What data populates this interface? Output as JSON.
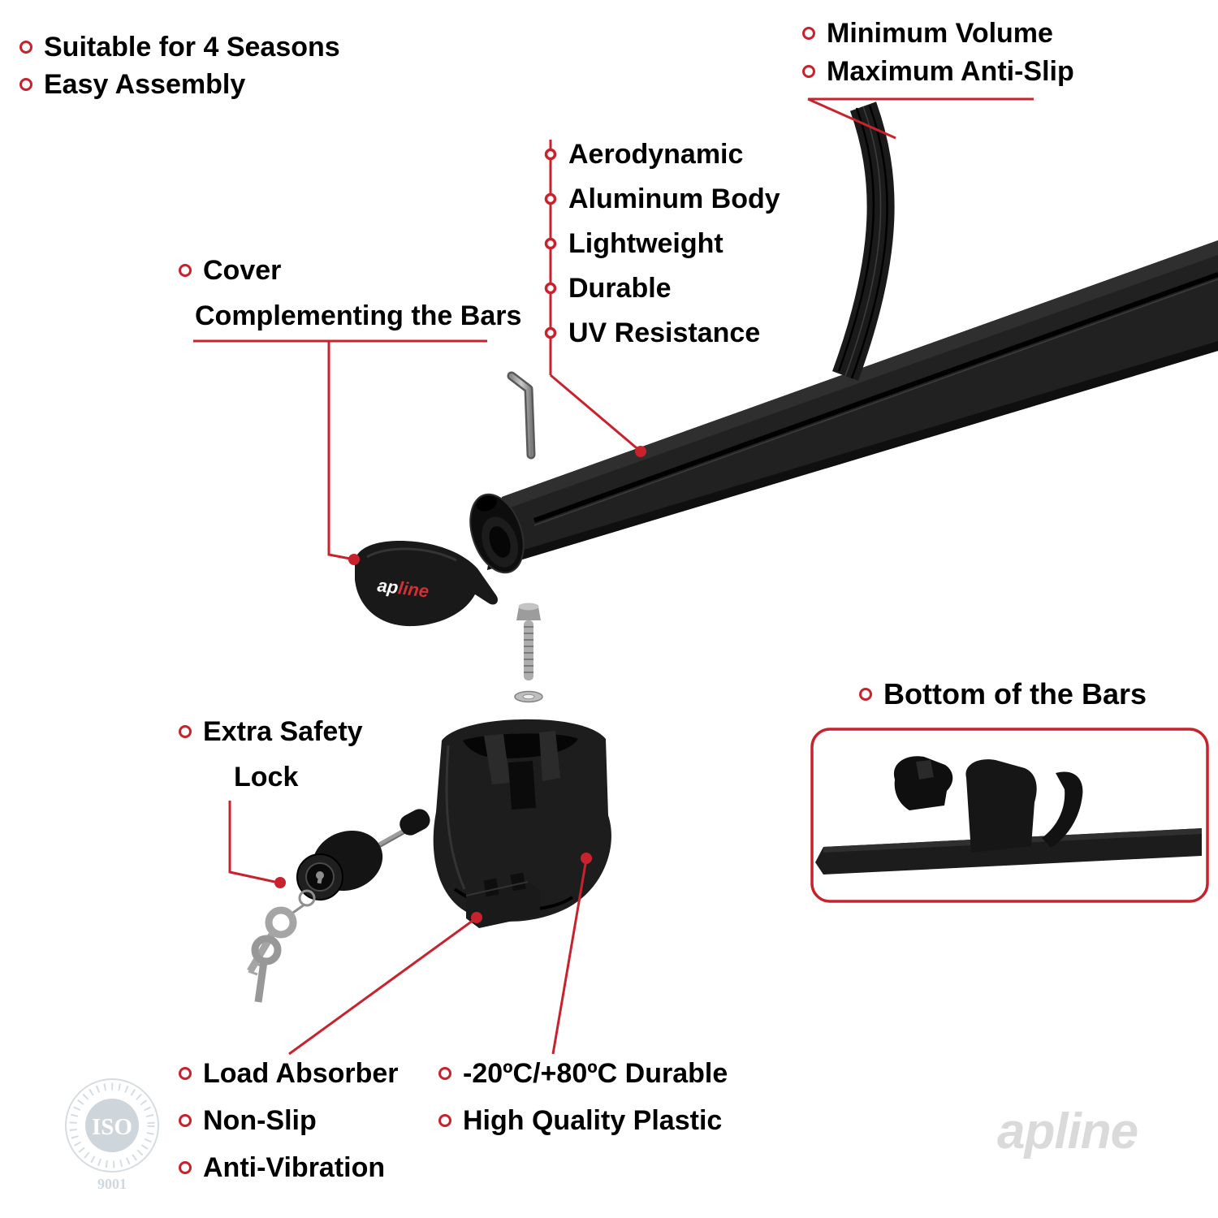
{
  "labels": {
    "top_left": [
      "Suitable for 4 Seasons",
      "Easy Assembly"
    ],
    "top_right": [
      "Minimum Volume",
      "Maximum Anti-Slip"
    ],
    "bar_features": [
      "Aerodynamic",
      "Aluminum Body",
      "Lightweight",
      "Durable",
      "UV Resistance"
    ],
    "cover_line1": "Cover",
    "cover_line2": "Complementing the Bars",
    "bottom_of_bars": "Bottom of the Bars",
    "lock_line1": "Extra Safety",
    "lock_line2": "Lock",
    "foot_features": [
      "Load Absorber",
      "Non-Slip",
      "Anti-Vibration"
    ],
    "material_features": [
      "-20ºC/+80ºC Durable",
      "High Quality Plastic"
    ]
  },
  "brand": {
    "cover_logo_part1": "ap",
    "cover_logo_part2": "line",
    "watermark": "apline"
  },
  "iso_badge": {
    "title": "ISO",
    "number": "9001"
  },
  "colors": {
    "accent": "#c8232c",
    "part_black": "#1c1c1c",
    "logo_red": "#d32f35",
    "watermark_gray": "#dadada"
  }
}
